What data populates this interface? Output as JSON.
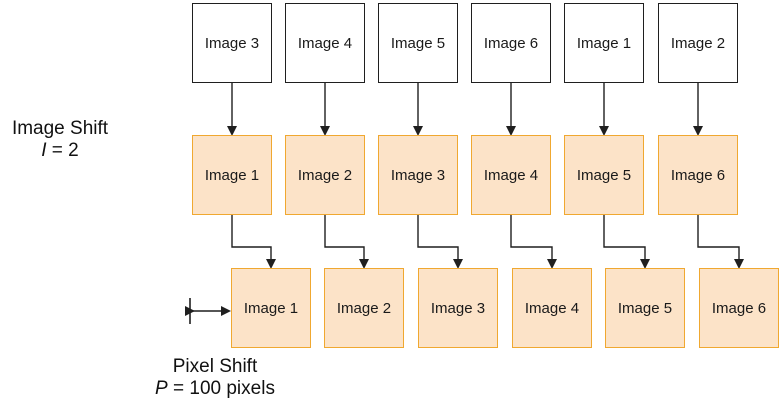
{
  "rows": {
    "top": [
      "Image 3",
      "Image 4",
      "Image 5",
      "Image 6",
      "Image 1",
      "Image 2"
    ],
    "middle": [
      "Image 1",
      "Image 2",
      "Image 3",
      "Image 4",
      "Image 5",
      "Image 6"
    ],
    "bottom": [
      "Image 1",
      "Image 2",
      "Image 3",
      "Image 4",
      "Image 5",
      "Image 6"
    ]
  },
  "image_shift": {
    "title": "Image Shift",
    "var": "I",
    "rest": " = 2"
  },
  "pixel_shift": {
    "title": "Pixel Shift",
    "var": "P",
    "rest": " = 100 pixels"
  },
  "colors": {
    "stroke": "#1f1f1f",
    "orange_fill": "#fce3c8",
    "orange_border": "#f0a830"
  }
}
